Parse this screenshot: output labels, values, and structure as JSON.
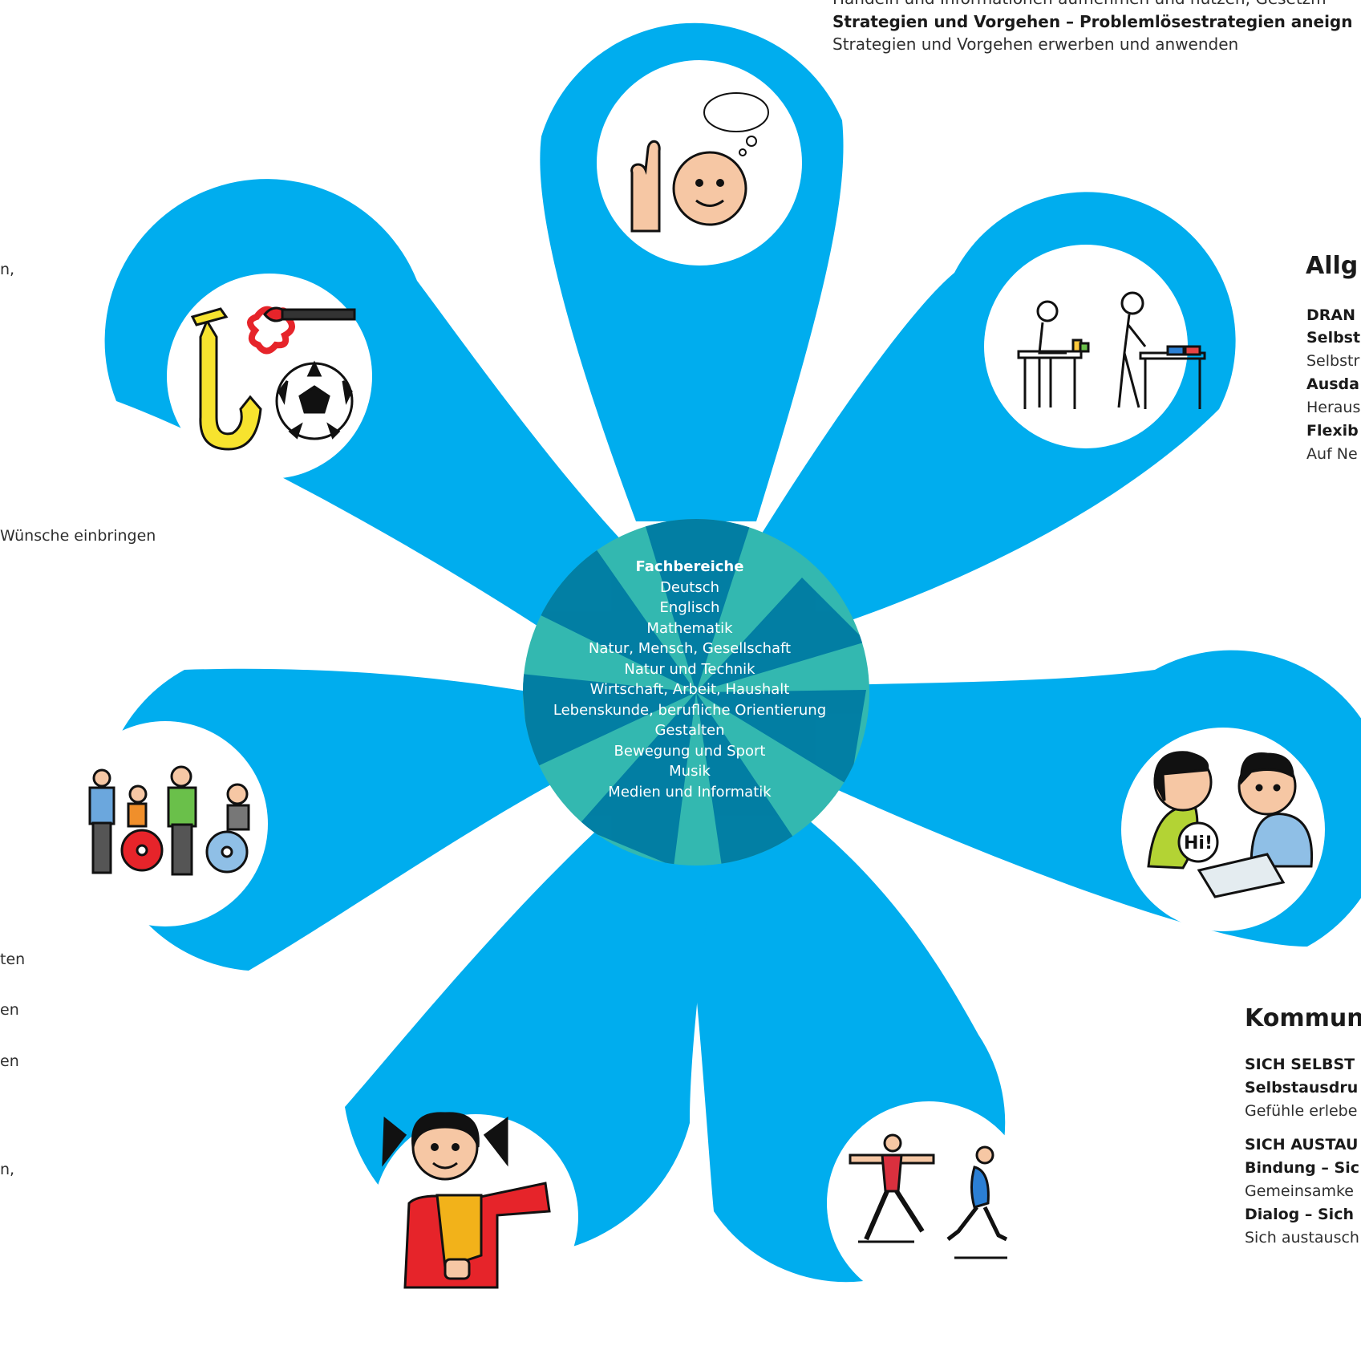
{
  "center": {
    "title": "Fachbereiche",
    "subjects": [
      "Deutsch",
      "Englisch",
      "Mathematik",
      "Natur, Mensch, Gesellschaft",
      "Natur und Technik",
      "Wirtschaft, Arbeit, Haushalt",
      "Lebenskunde, berufliche Orientierung",
      "Gestalten",
      "Bewegung und Sport",
      "Musik",
      "Medien und Informatik"
    ]
  },
  "top_text": {
    "line_cut": "Handeln und Informationen aufnehmen und nutzen, Gesetzm",
    "bold": "Strategien und Vorgehen – Problemlösestrategien aneign",
    "normal": "Strategien und Vorgehen erwerben und anwenden"
  },
  "right_upper": {
    "heading": "Allg",
    "lines": [
      {
        "text": "DRAN",
        "bold": true
      },
      {
        "text": "Selbst",
        "bold": true
      },
      {
        "text": "Selbstr",
        "bold": false
      },
      {
        "text": "Ausda",
        "bold": true
      },
      {
        "text": "Heraus",
        "bold": false
      },
      {
        "text": "Flexib",
        "bold": true
      },
      {
        "text": "Auf Ne",
        "bold": false
      }
    ]
  },
  "right_lower": {
    "heading": "Kommun",
    "lines": [
      {
        "text": "SICH SELBST",
        "bold": true
      },
      {
        "text": "Selbstausdru",
        "bold": true
      },
      {
        "text": "Gefühle erlebe",
        "bold": false
      },
      {
        "text": "SICH AUSTAU",
        "bold": true
      },
      {
        "text": "Bindung – Sic",
        "bold": true
      },
      {
        "text": "Gemeinsamke",
        "bold": false
      },
      {
        "text": "Dialog – Sich",
        "bold": true
      },
      {
        "text": "Sich austausch",
        "bold": false
      }
    ]
  },
  "left_fragments": [
    "n,",
    "Wünsche einbringen",
    "ten",
    "en",
    "en",
    "n,"
  ],
  "speech_bubble_text": "Hi!",
  "icons": {
    "top": "thinking-person-icon",
    "upper_right": "working-at-table-icon",
    "right": "children-tablet-communication-icon",
    "lower_right": "sport-movement-icon",
    "bottom": "girl-self-icon",
    "left": "inclusion-group-wheelchair-icon",
    "upper_left": "leisure-music-art-football-icon"
  },
  "colors": {
    "petal": "#00adee",
    "center_teal": "#33b8b0",
    "center_dark": "#007ba3",
    "text": "#2f2f2f"
  }
}
